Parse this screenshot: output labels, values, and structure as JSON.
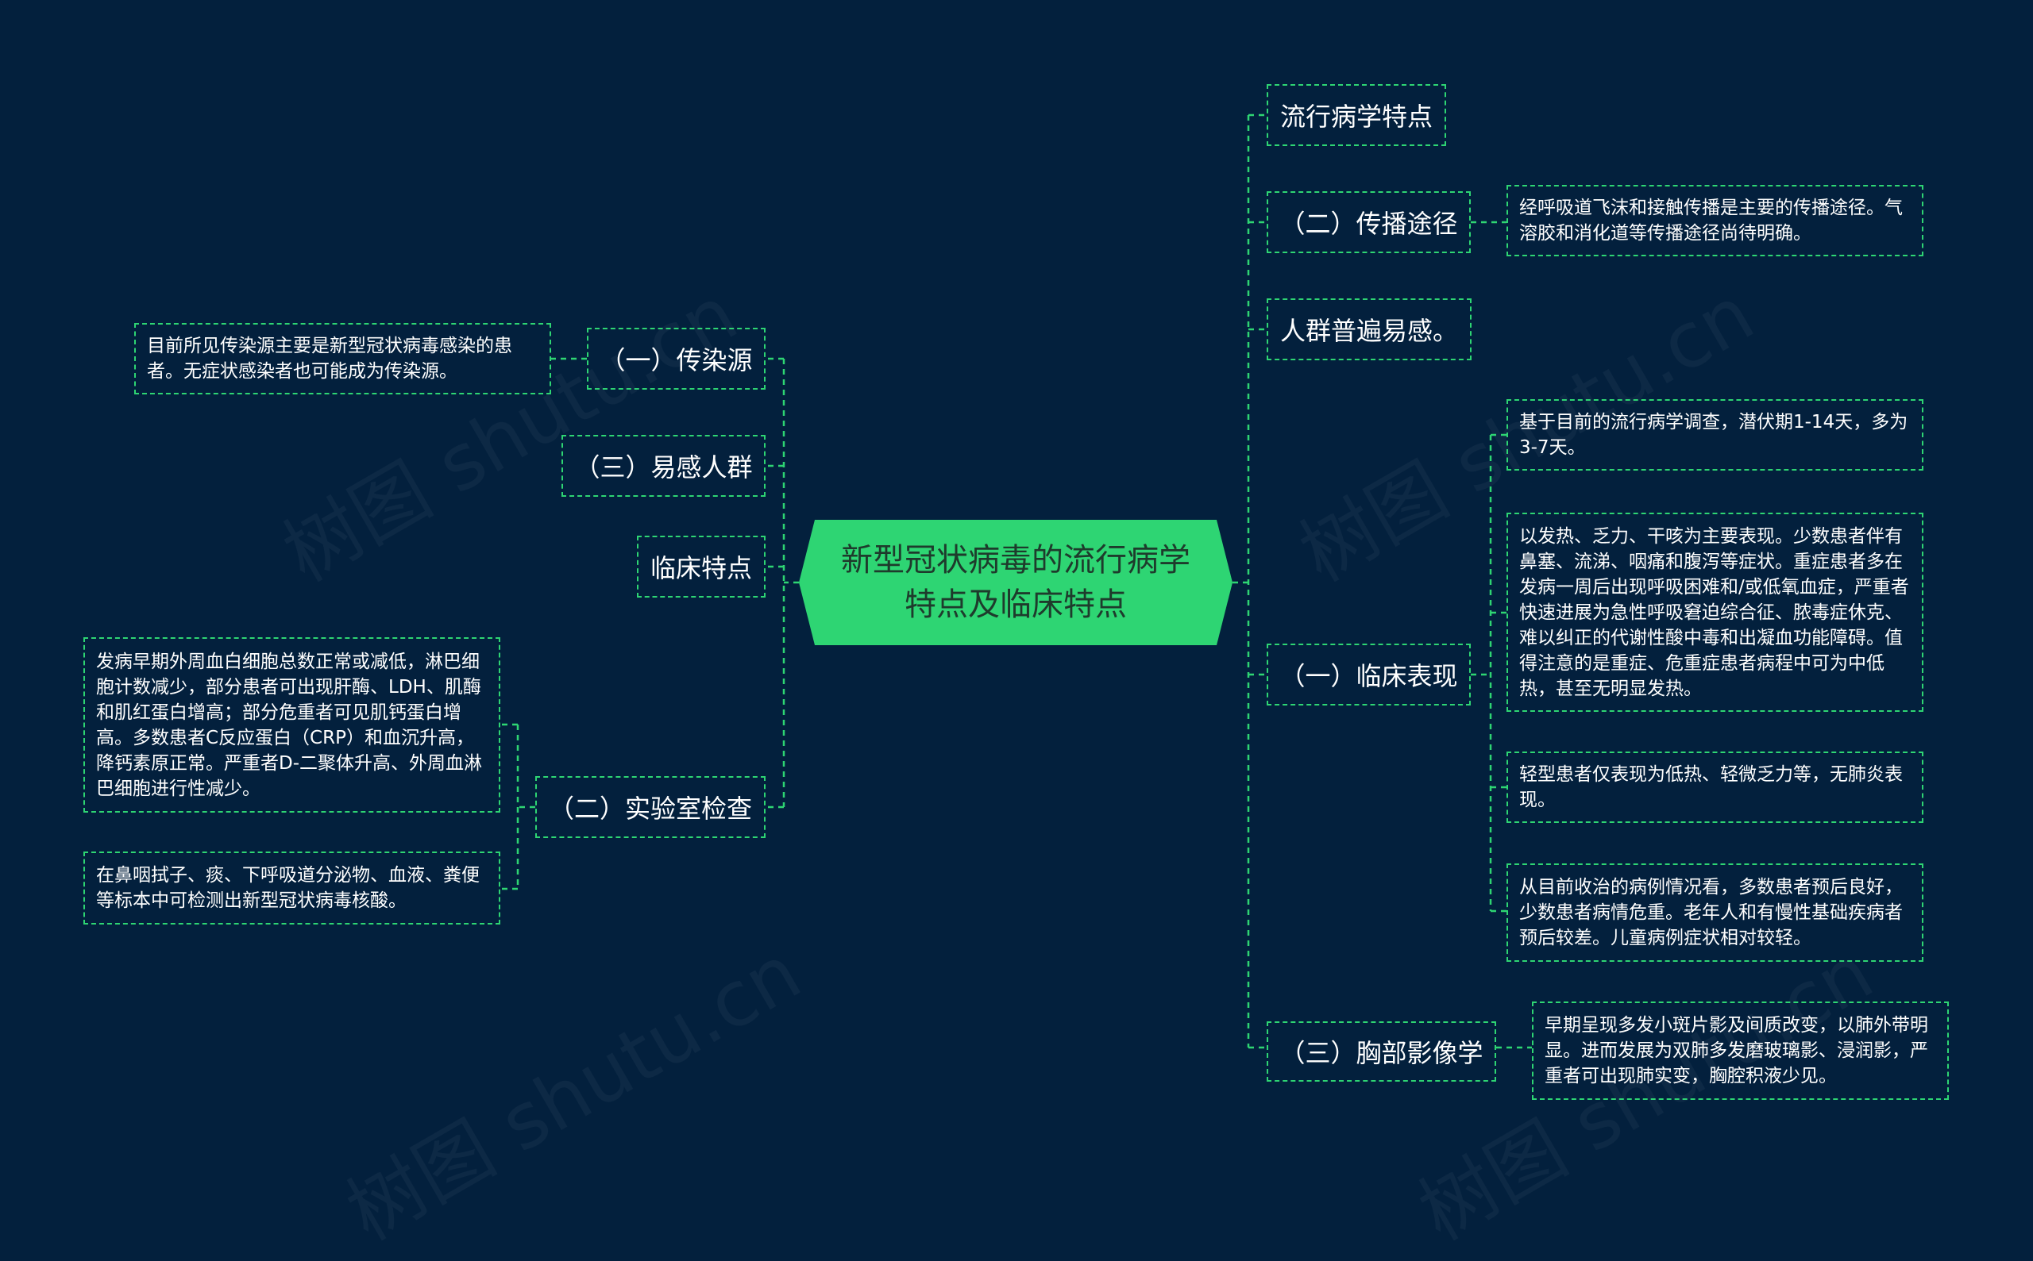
{
  "center": {
    "title": "新型冠状病毒的流行病学特点及临床特点"
  },
  "watermark": "树图 shutu.cn",
  "right": {
    "epi": {
      "label": "流行病学特点"
    },
    "transmission": {
      "label": "（二）传播途径",
      "detail": "经呼吸道飞沫和接触传播是主要的传播途径。气溶胶和消化道等传播途径尚待明确。"
    },
    "susceptible": {
      "label": "人群普遍易感。"
    },
    "clinical": {
      "label": "（一）临床表现",
      "details": [
        "基于目前的流行病学调查，潜伏期1-14天，多为3-7天。",
        "以发热、乏力、干咳为主要表现。少数患者伴有鼻塞、流涕、咽痛和腹泻等症状。重症患者多在发病一周后出现呼吸困难和/或低氧血症，严重者快速进展为急性呼吸窘迫综合征、脓毒症休克、难以纠正的代谢性酸中毒和出凝血功能障碍。值得注意的是重症、危重症患者病程中可为中低热，甚至无明显发热。",
        "轻型患者仅表现为低热、轻微乏力等，无肺炎表现。",
        "从目前收治的病例情况看，多数患者预后良好，少数患者病情危重。老年人和有慢性基础疾病者预后较差。儿童病例症状相对较轻。"
      ]
    },
    "imaging": {
      "label": "（三）胸部影像学",
      "detail": "早期呈现多发小斑片影及间质改变，以肺外带明显。进而发展为双肺多发磨玻璃影、浸润影，严重者可出现肺实变，胸腔积液少见。"
    }
  },
  "left": {
    "source": {
      "label": "（一）传染源",
      "detail": "目前所见传染源主要是新型冠状病毒感染的患者。无症状感染者也可能成为传染源。"
    },
    "population": {
      "label": "（三）易感人群"
    },
    "clinical": {
      "label": "临床特点"
    },
    "lab": {
      "label": "（二）实验室检查",
      "details": [
        "发病早期外周血白细胞总数正常或减低，淋巴细胞计数减少，部分患者可出现肝酶、LDH、肌酶和肌红蛋白增高；部分危重者可见肌钙蛋白增高。多数患者C反应蛋白（CRP）和血沉升高，降钙素原正常。严重者D-二聚体升高、外周血淋巴细胞进行性减少。",
        "在鼻咽拭子、痰、下呼吸道分泌物、血液、粪便等标本中可检测出新型冠状病毒核酸。"
      ]
    }
  },
  "colors": {
    "background": "#03203d",
    "accent": "#2ed573",
    "text": "#ffffff",
    "center_text": "#1e3b2c"
  }
}
